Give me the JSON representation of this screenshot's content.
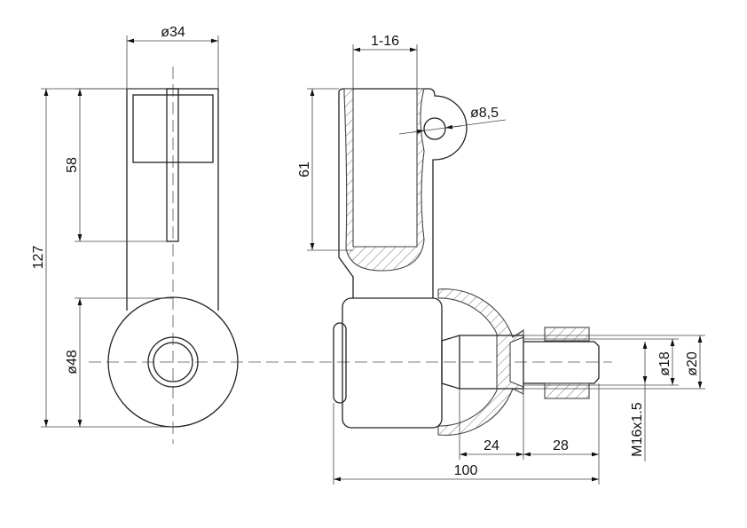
{
  "dimensions": {
    "d34": "ø34",
    "h58": "58",
    "h127": "127",
    "d48": "ø48",
    "w1_16": "1-16",
    "h61": "61",
    "d8_5": "ø8,5",
    "l24": "24",
    "l28": "28",
    "l100": "100",
    "d18": "ø18",
    "d20": "ø20",
    "thread": "M16x1.5"
  }
}
